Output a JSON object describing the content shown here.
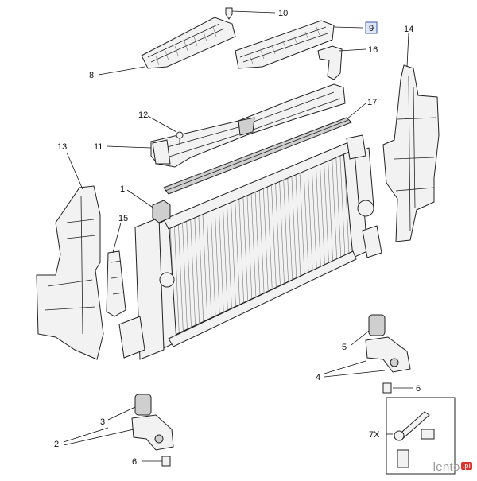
{
  "callouts": {
    "c1": "1",
    "c2": "2",
    "c3": "3",
    "c4": "4",
    "c5": "5",
    "c6a": "6",
    "c6b": "6",
    "c7": "7X",
    "c8": "8",
    "c9": "9",
    "c10": "10",
    "c11": "11",
    "c12": "12",
    "c13": "13",
    "c14": "14",
    "c15": "15",
    "c16": "16",
    "c17": "17"
  },
  "highlight_color": "#3b5ba5",
  "watermark": {
    "brand": "lento",
    "tld": ".pl"
  }
}
